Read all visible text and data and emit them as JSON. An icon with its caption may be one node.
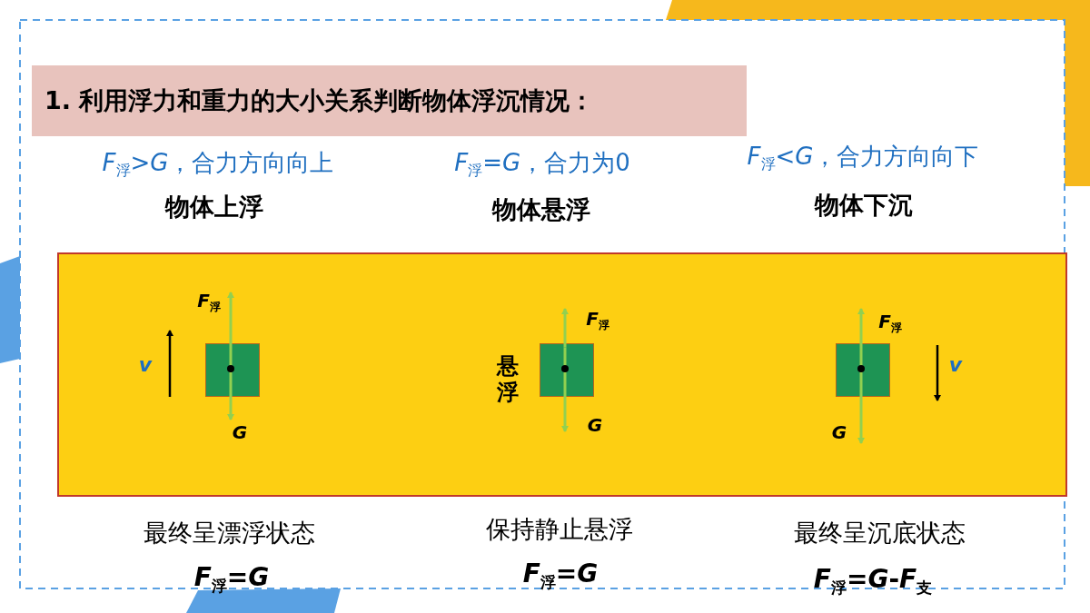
{
  "diagram": {
    "nodes": [
      {
        "text": [
          "1.  利用浮力和重力的大小关系判断物体浮沉情况："
        ]
      },
      {
        "text": [],
        "shape": "box"
      },
      {
        "text": [],
        "shape": "box",
        "in": 1
      },
      {
        "text": [],
        "shape": "box",
        "in": 1
      },
      {
        "text": [],
        "shape": "box",
        "in": 1
      }
    ],
    "edges": [],
    "labels": [
      "*F*$_{浮}$>*G*，合力方向向上",
      "*F*$_{浮}$=*G*，合力为0",
      "*F*$_{浮}$<*G*，合力方向向下",
      "物体上浮",
      "物体悬浮",
      "物体下沉",
      "*F*$_{浮}$",
      "v",
      "G",
      "*F*$_{浮}$",
      "悬浮",
      "G",
      "*F*$_{浮}$",
      "v",
      "G",
      "最终呈漂浮状态",
      "保持静止悬浮",
      "最终呈沉底状态",
      "*F*$_{浮}$=*G*",
      "*F*$_{浮}$=*G*",
      "*F*$_{浮}$=*G*-*F*$_{支}$"
    ]
  }
}
